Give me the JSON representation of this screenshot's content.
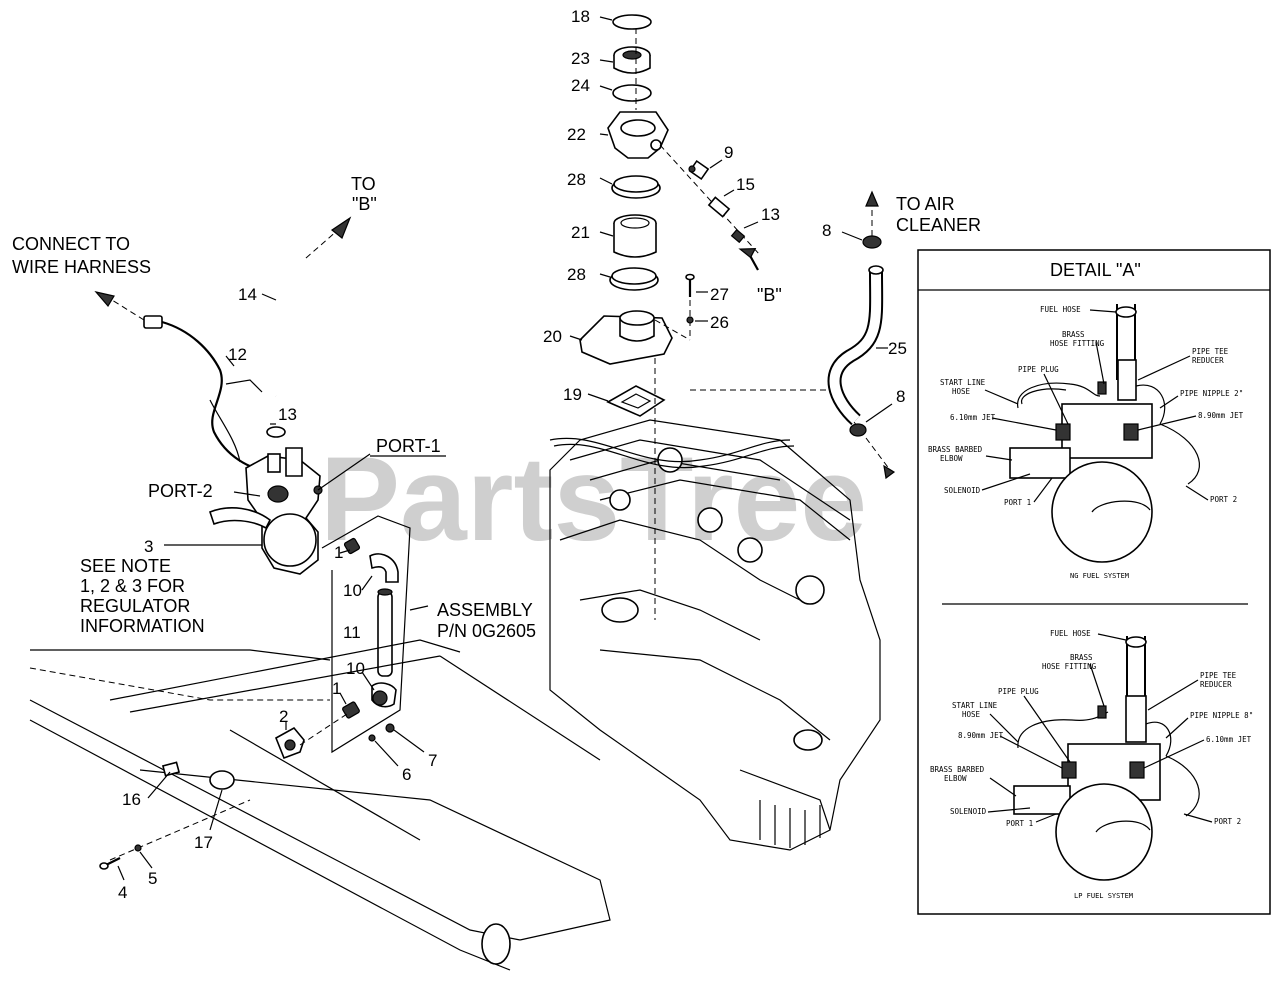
{
  "watermark": "PartsTree",
  "callouts": {
    "c18": "18",
    "c23": "23",
    "c24": "24",
    "c22": "22",
    "c9": "9",
    "c28a": "28",
    "c15": "15",
    "c13a": "13",
    "c21": "21",
    "c28b": "28",
    "c27": "27",
    "c26": "26",
    "c20": "20",
    "c19": "19",
    "c8a": "8",
    "c25": "25",
    "c8b": "8",
    "c14": "14",
    "c12": "12",
    "c13b": "13",
    "c3": "3",
    "c1a": "1",
    "c10a": "10",
    "c11": "11",
    "c10b": "10",
    "c1b": "1",
    "c2": "2",
    "c7": "7",
    "c6": "6",
    "c16": "16",
    "c17": "17",
    "c4": "4",
    "c5": "5"
  },
  "labels": {
    "to_b_line1": "TO",
    "to_b_line2": "\"B\"",
    "b_arrow": "\"B\"",
    "connect_line1": "CONNECT TO",
    "connect_line2": "WIRE HARNESS",
    "port1": "PORT-1",
    "port2": "PORT-2",
    "note_line1": "SEE NOTE",
    "note_line2": "1, 2 & 3 FOR",
    "note_line3": "REGULATOR",
    "note_line4": "INFORMATION",
    "assembly_line1": "ASSEMBLY",
    "assembly_line2": "P/N 0G2605",
    "air_line1": "TO AIR",
    "air_line2": "CLEANER"
  },
  "detail": {
    "title": "DETAIL \"A\"",
    "ng": {
      "fuel_hose": "FUEL HOSE",
      "brass_fitting_1": "BRASS",
      "brass_fitting_2": "HOSE FITTING",
      "pipe_tee_1": "PIPE TEE",
      "pipe_tee_2": "REDUCER",
      "pipe_plug": "PIPE PLUG",
      "start_line_1": "START LINE",
      "start_line_2": "HOSE",
      "pipe_nipple": "PIPE NIPPLE 2\"",
      "jet_left": "6.10mm JET",
      "jet_right": "8.90mm JET",
      "barbed_1": "BRASS BARBED",
      "barbed_2": "ELBOW",
      "solenoid": "SOLENOID",
      "port1": "PORT 1",
      "port2": "PORT 2",
      "caption": "NG FUEL SYSTEM"
    },
    "lp": {
      "fuel_hose": "FUEL HOSE",
      "brass_fitting_1": "BRASS",
      "brass_fitting_2": "HOSE FITTING",
      "pipe_tee_1": "PIPE TEE",
      "pipe_tee_2": "REDUCER",
      "pipe_plug": "PIPE PLUG",
      "start_line_1": "START LINE",
      "start_line_2": "HOSE",
      "pipe_nipple": "PIPE NIPPLE 8\"",
      "jet_left": "8.90mm JET",
      "jet_right": "6.10mm JET",
      "barbed_1": "BRASS BARBED",
      "barbed_2": "ELBOW",
      "solenoid": "SOLENOID",
      "port1": "PORT 1",
      "port2": "PORT 2",
      "caption": "LP FUEL SYSTEM"
    }
  }
}
